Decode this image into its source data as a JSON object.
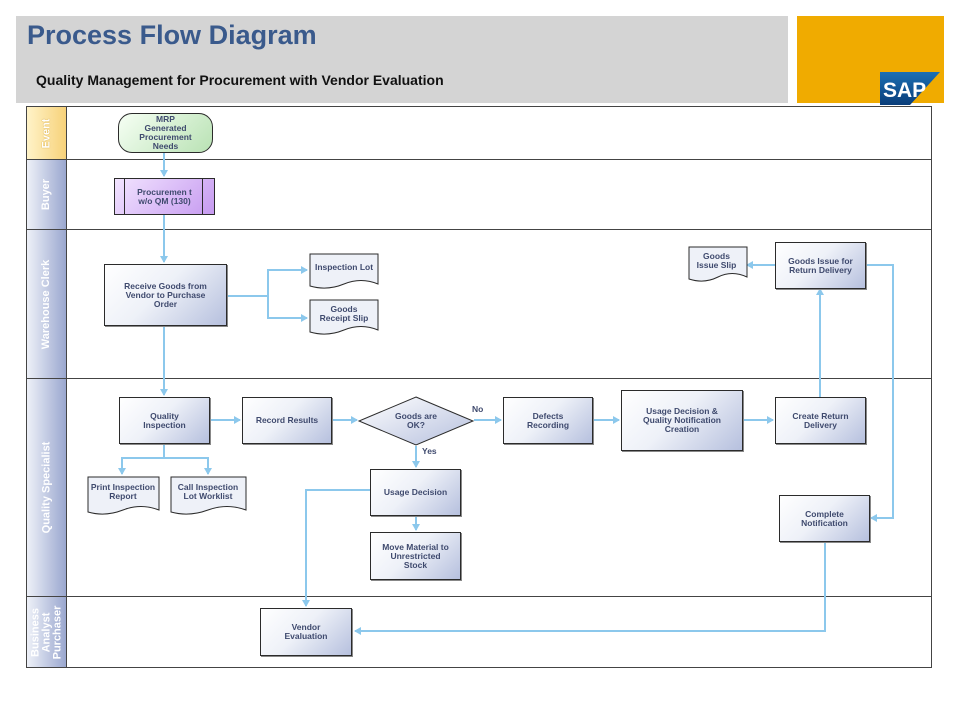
{
  "header": {
    "title": "Process Flow Diagram",
    "subtitle": "Quality Management for Procurement with Vendor Evaluation",
    "logo_text": "SAP"
  },
  "lanes": {
    "event": "Event",
    "buyer": "Buyer",
    "warehouse_clerk": "Warehouse Clerk",
    "quality_specialist": "Quality Specialist",
    "business_analyst": "Business Analyst Purchaser"
  },
  "nodes": {
    "mrp": "MRP Generated Procurement Needs",
    "procurement": "Procuremen t w/o QM (130)",
    "receive_goods": "Receive Goods from Vendor to Purchase Order",
    "inspection_lot": "Inspection Lot",
    "goods_receipt_slip": "Goods Receipt Slip",
    "goods_issue_slip": "Goods Issue Slip",
    "goods_issue_return": "Goods Issue for Return Delivery",
    "quality_inspection": "Quality Inspection",
    "record_results": "Record Results",
    "goods_ok": "Goods are OK?",
    "defects_recording": "Defects Recording",
    "usage_decision_qn": "Usage Decision & Quality Notification Creation",
    "create_return": "Create Return Delivery",
    "print_report": "Print Inspection Report",
    "call_worklist": "Call Inspection Lot Worklist",
    "usage_decision": "Usage Decision",
    "move_material": "Move Material to Unrestricted Stock",
    "complete_notification": "Complete Notification",
    "vendor_evaluation": "Vendor Evaluation"
  },
  "edge_labels": {
    "no": "No",
    "yes": "Yes"
  },
  "colors": {
    "title": "#3a5a8c",
    "connector": "#8cc8ec",
    "accent": "#f0ab00"
  }
}
